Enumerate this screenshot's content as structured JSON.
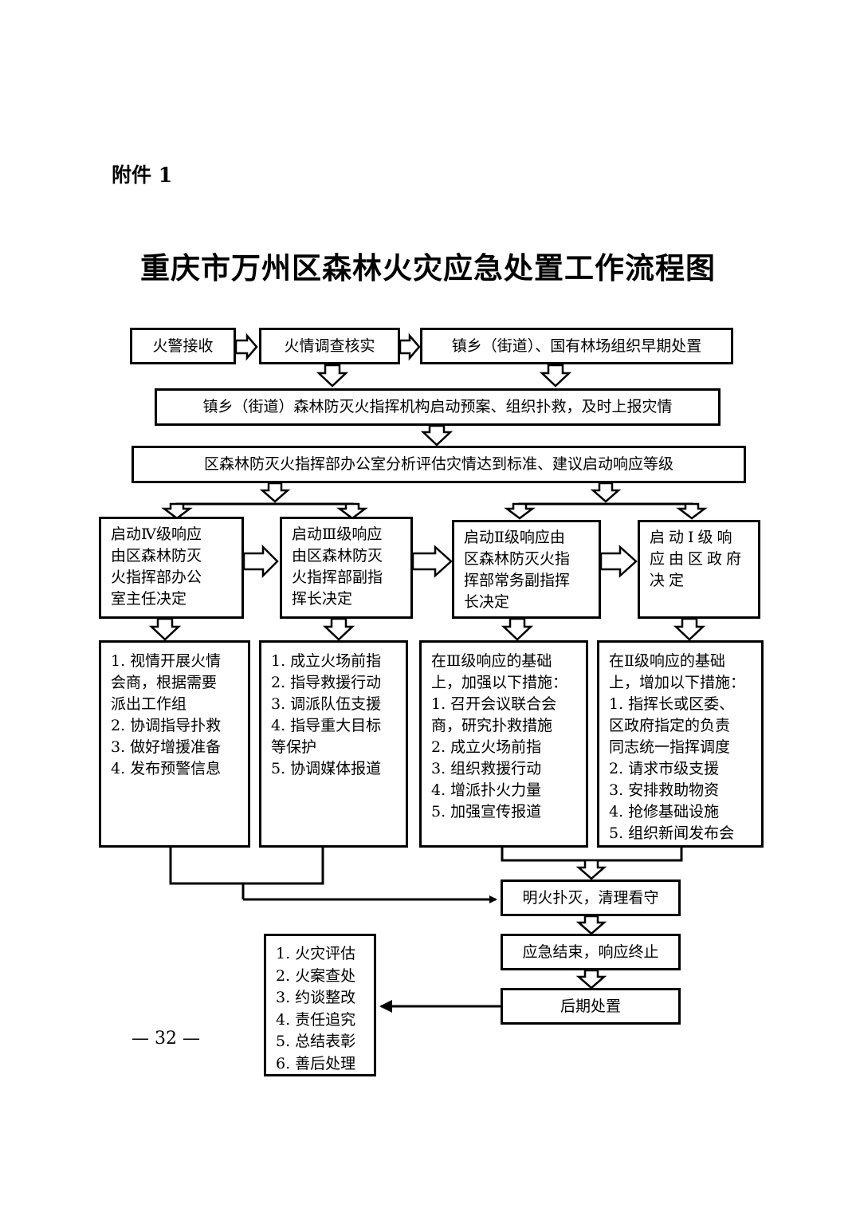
{
  "header": {
    "attachment_label": "附件 1",
    "title": "重庆市万州区森林火灾应急处置工作流程图"
  },
  "flow": {
    "row1": [
      "火警接收",
      "火情调查核实",
      "镇乡（街道）、国有林场组织早期处置"
    ],
    "town_response": "镇乡（街道）森林防灭火指挥机构启动预案、组织扑救，及时上报灾情",
    "district_office": "区森林防灭火指挥部办公室分析评估灾情达到标准、建议启动响应等级",
    "levels": [
      "启动Ⅳ级响应\n由区森林防灭\n火指挥部办公\n室主任决定",
      "启动Ⅲ级响应\n由区森林防灭\n火指挥部副指\n挥长决定",
      "启动Ⅱ级响应由\n区森林防灭火指\n挥部常务副指挥\n长决定",
      "启动Ⅰ级响\n应由区政府\n决定"
    ],
    "measures": [
      "1. 视情开展火情\n会商，根据需要\n派出工作组\n2. 协调指导扑救\n3. 做好增援准备\n4. 发布预警信息",
      "1. 成立火场前指\n2. 指导救援行动\n3. 调派队伍支援\n4. 指导重大目标\n等保护\n5. 协调媒体报道",
      "在Ⅲ级响应的基础\n上，加强以下措施：\n1. 召开会议联合会\n商，研究扑救措施\n2. 成立火场前指\n3. 组织救援行动\n4. 增派扑火力量\n5. 加强宣传报道",
      "在Ⅱ级响应的基础\n上，增加以下措施：\n1. 指挥长或区委、\n区政府指定的负责\n同志统一指挥调度\n2. 请求市级支援\n3. 安排救助物资\n4. 抢修基础设施\n5. 组织新闻发布会"
    ],
    "extinguish": "明火扑灭，清理看守",
    "end_response": "应急结束，响应终止",
    "aftermath": "后期处置",
    "aftermath_items": "1. 火灾评估\n2. 火案查处\n3. 约谈整改\n4. 责任追究\n5. 总结表彰\n6. 善后处理"
  },
  "footer": {
    "page_number": "— 32 —"
  }
}
